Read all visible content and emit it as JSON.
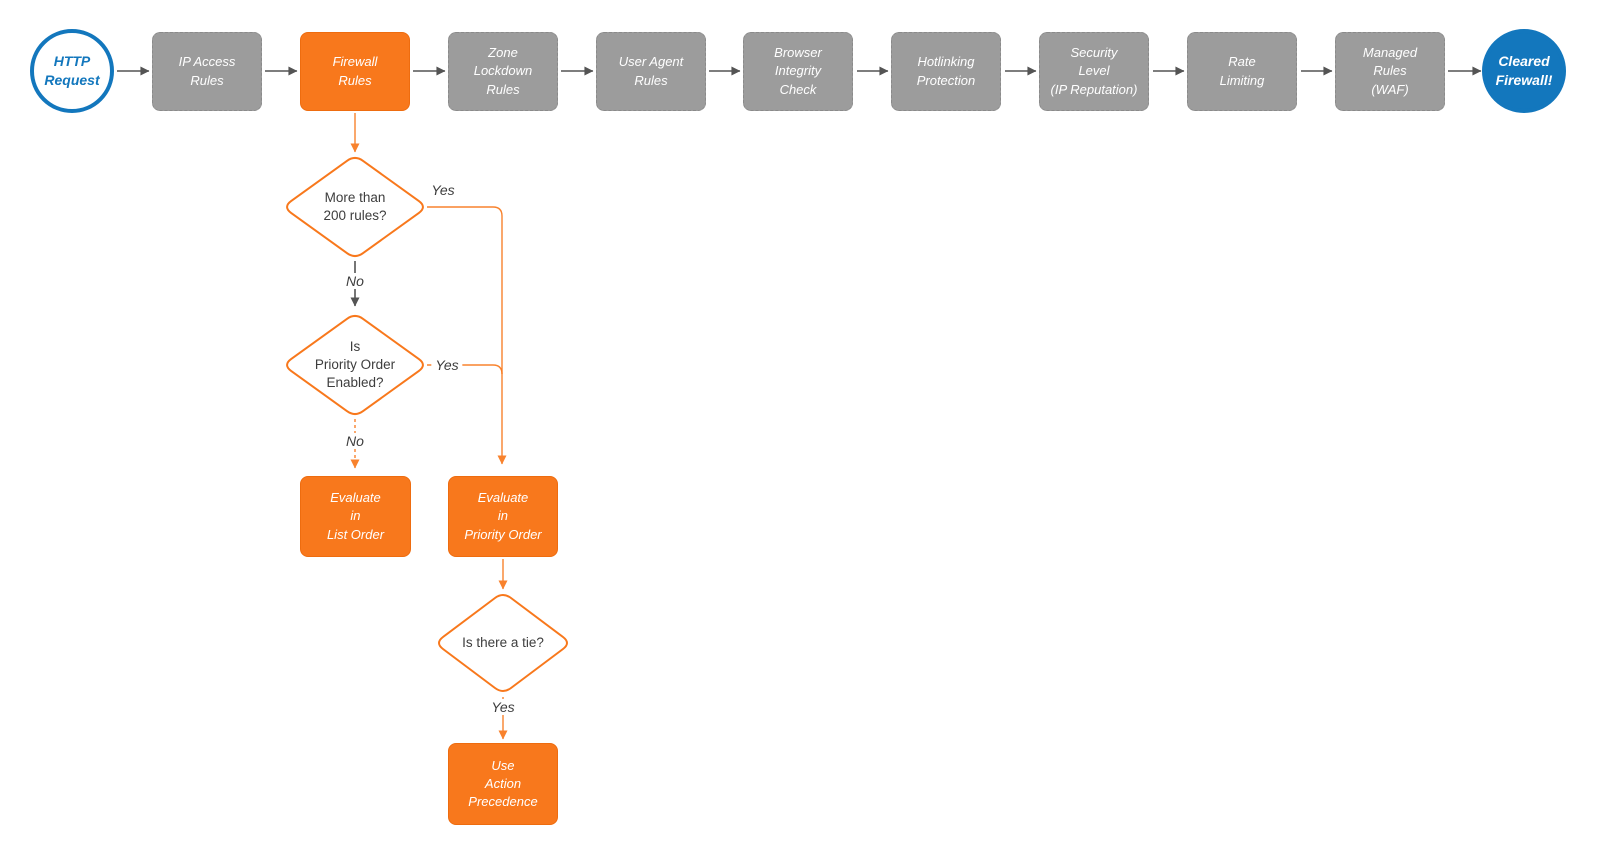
{
  "colors": {
    "accent_orange": "#F8781C",
    "accent_blue": "#1377BD",
    "node_gray": "#9C9C9C",
    "arrow_gray": "#545454",
    "label_text": "#3D3D3D",
    "node_text": "#FFFFFF"
  },
  "pipeline": {
    "start_label": "HTTP\nRequest",
    "end_label": "Cleared\nFirewall!",
    "stages": [
      {
        "label": "IP Access\nRules"
      },
      {
        "label": "Firewall\nRules"
      },
      {
        "label": "Zone\nLockdown\nRules"
      },
      {
        "label": "User Agent\nRules"
      },
      {
        "label": "Browser\nIntegrity\nCheck"
      },
      {
        "label": "Hotlinking\nProtection"
      },
      {
        "label": "Security\nLevel\n(IP Reputation)"
      },
      {
        "label": "Rate\nLimiting"
      },
      {
        "label": "Managed\nRules\n(WAF)"
      }
    ]
  },
  "firewall_branch": {
    "decision_rule_count": {
      "label": "More than\n200 rules?",
      "yes": "Yes",
      "no": "No"
    },
    "decision_priority_enabled": {
      "label": "Is\nPriority Order\nEnabled?",
      "yes": "Yes",
      "no": "No"
    },
    "evaluate_list_order": {
      "label": "Evaluate\nin\nList Order"
    },
    "evaluate_priority_order": {
      "label": "Evaluate\nin\nPriority Order"
    },
    "decision_tie": {
      "label": "Is there a tie?",
      "yes": "Yes"
    },
    "use_action_precedence": {
      "label": "Use\nAction\nPrecedence"
    }
  }
}
